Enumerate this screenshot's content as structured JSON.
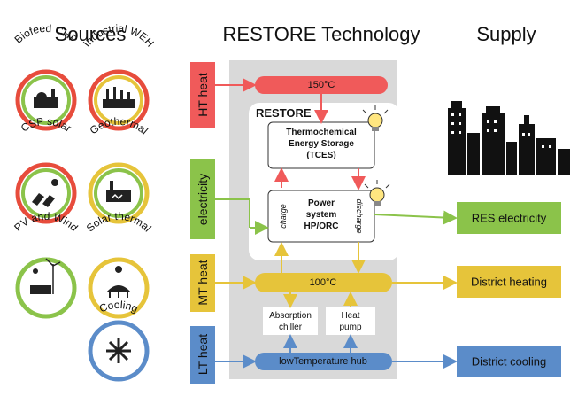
{
  "headers": {
    "sources": "Sources",
    "technology": "RESTORE Technology",
    "supply": "Supply"
  },
  "sources": [
    {
      "label": "Biofeed CHP",
      "ring": "#e74c3c",
      "icon": "factory-icon"
    },
    {
      "label": "Industrial WEH",
      "ring": "#e74c3c",
      "icon": "industrial-plant-icon"
    },
    {
      "label": "CSP solar",
      "ring": "#e74c3c",
      "icon": "solar-mirrors-icon"
    },
    {
      "label": "Geothermal",
      "ring": "#e6c43a",
      "icon": "geothermal-plant-icon"
    },
    {
      "label": "PV and Wind",
      "ring": "#8bc34a",
      "icon": "pv-wind-icon"
    },
    {
      "label": "Solar thermal",
      "ring": "#e6c43a",
      "icon": "solar-thermal-icon"
    },
    {
      "label": "Cooling",
      "ring": "#5b8cc9",
      "icon": "snowflake-icon"
    }
  ],
  "inputs": {
    "ht": "HT heat",
    "electricity": "electricity",
    "mt": "MT heat",
    "lt": "LT heat"
  },
  "buses": {
    "ht": "150°C",
    "mt": "100°C",
    "lt": "lowTemperature hub"
  },
  "restore": {
    "title": "RESTORE",
    "tces": [
      "Thermochemical",
      "Energy Storage",
      "(TCES)"
    ],
    "power": [
      "Power",
      "system",
      "HP/ORC"
    ],
    "charge": "charge",
    "discharge": "discharge"
  },
  "auxiliary": {
    "absorption": [
      "Absorption",
      "chiller"
    ],
    "heatpump": [
      "Heat",
      "pump"
    ]
  },
  "outputs": {
    "res": "RES electricity",
    "district_heating": "District heating",
    "district_cooling": "District cooling"
  },
  "colors": {
    "red": "#f05a5a",
    "green": "#8bc34a",
    "yellow": "#e6c43a",
    "blue": "#5b8cc9",
    "gray": "#d9d9d9"
  }
}
